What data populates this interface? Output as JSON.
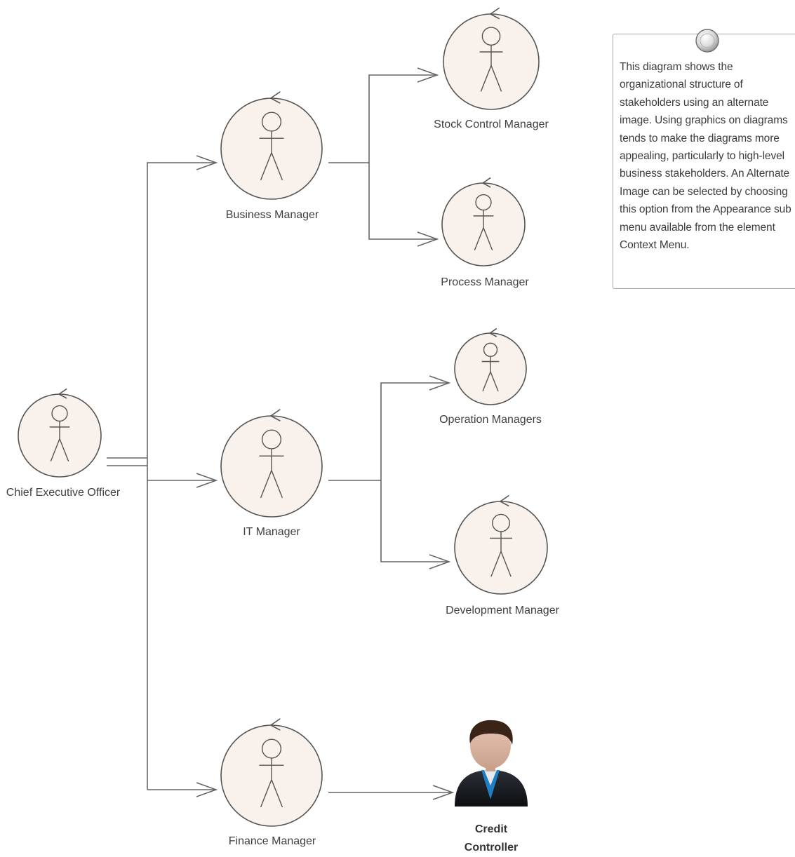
{
  "diagram": {
    "actors": [
      {
        "id": "ceo",
        "label": "Chief Executive Officer"
      },
      {
        "id": "business",
        "label": "Business Manager"
      },
      {
        "id": "it",
        "label": "IT Manager"
      },
      {
        "id": "finance",
        "label": "Finance Manager"
      },
      {
        "id": "stock",
        "label": "Stock Control Manager"
      },
      {
        "id": "process",
        "label": "Process Manager"
      },
      {
        "id": "operation",
        "label": "Operation Managers"
      },
      {
        "id": "development",
        "label": "Development Manager"
      },
      {
        "id": "credit",
        "label": "Credit Controller",
        "alternate_image": "person-avatar-icon"
      }
    ],
    "note": {
      "text": "This diagram shows the organizational structure of stakeholders using an alternate image. Using graphics on diagrams tends to make the diagrams more appealing, particularly to high-level business stakeholders. An Alternate Image can be selected by choosing this option from the Appearance sub menu available from the element Context Menu."
    },
    "colors": {
      "actor_fill": "#f8f1ec",
      "stroke": "#555555",
      "connector": "#666666"
    }
  }
}
